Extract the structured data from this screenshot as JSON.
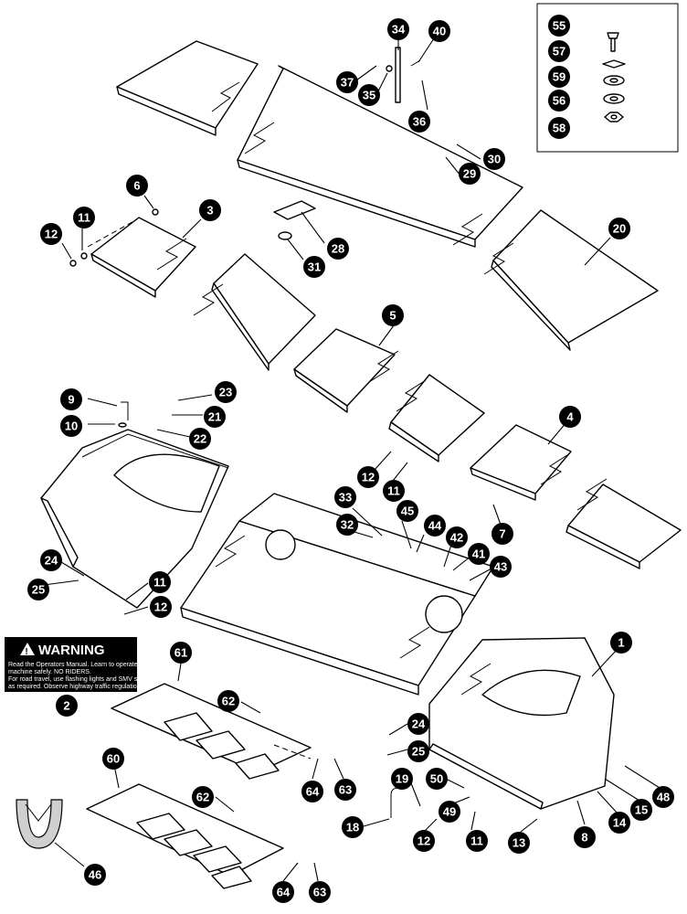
{
  "warning_label": {
    "heading": "WARNING",
    "lines": [
      "Read the Operators Manual.  Learn to operate this",
      "machine safely.  NO RIDERS.",
      "For road travel, use flashing lights and SMV sign",
      "as required.  Observe highway traffic regulations."
    ]
  },
  "callouts": [
    "55",
    "57",
    "59",
    "56",
    "58",
    "34",
    "40",
    "37",
    "35",
    "36",
    "30",
    "29",
    "6",
    "3",
    "11",
    "12",
    "28",
    "31",
    "20",
    "5",
    "9",
    "23",
    "10",
    "21",
    "22",
    "4",
    "12",
    "11",
    "33",
    "45",
    "44",
    "32",
    "42",
    "41",
    "43",
    "7",
    "24",
    "25",
    "11",
    "12",
    "1",
    "61",
    "62",
    "2",
    "24",
    "25",
    "19",
    "50",
    "49",
    "18",
    "12",
    "11",
    "13",
    "8",
    "14",
    "15",
    "48",
    "60",
    "62",
    "64",
    "63",
    "46",
    "64",
    "63"
  ]
}
